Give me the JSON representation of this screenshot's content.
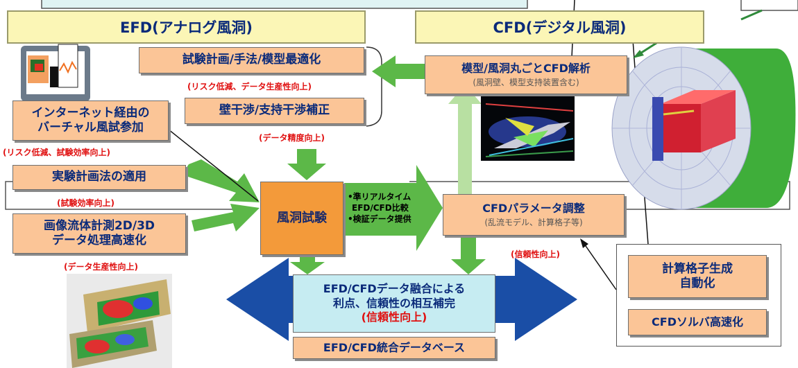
{
  "headers": {
    "efd": "EFD(アナログ風洞)",
    "cfd": "CFD(デジタル風洞)"
  },
  "efd": {
    "plan_opt": "試験計画/手法/模型最適化",
    "plan_opt_note": "(リスク低減、データ生産性向上)",
    "wall_corr": "壁干渉/支持干渉補正",
    "wall_corr_note": "(データ精度向上)",
    "internet_1": "インターネット経由の",
    "internet_2": "バーチャル風試参加",
    "internet_note": "(リスク低減、試験効率向上)",
    "doe": "実験計画法の適用",
    "doe_note": "(試験効率向上)",
    "piv_1": "画像流体計測2D/3D",
    "piv_2": "データ処理高速化",
    "piv_note": "(データ生産性向上)",
    "wind_tunnel": "風洞試験"
  },
  "link": {
    "line1": "•準リアルタイム",
    "line2": "EFD/CFD比較",
    "line3": "•検証データ提供"
  },
  "cfd": {
    "whole": "模型/風洞丸ごとCFD解析",
    "whole_sub": "(風洞壁、模型支持装置含む)",
    "param": "CFDパラメータ調整",
    "param_sub": "(乱流モデル、計算格子等)",
    "param_note": "(信頼性向上)",
    "grid_1": "計算格子生成",
    "grid_2": "自動化",
    "solver": "CFDソルバ高速化"
  },
  "fusion": {
    "line1": "EFD/CFDデータ融合による",
    "line2": "利点、信頼性の相互補完",
    "line3": "(信頼性向上)",
    "database": "EFD/CFD統合データベース"
  },
  "colors": {
    "box_fill": "#fbc597",
    "header_fill": "#fbf6b6",
    "accent_red": "#e01010",
    "arrow_green": "#5cb848",
    "arrow_blue": "#1a4ea6",
    "fusion_fill": "#c6ecf2"
  }
}
